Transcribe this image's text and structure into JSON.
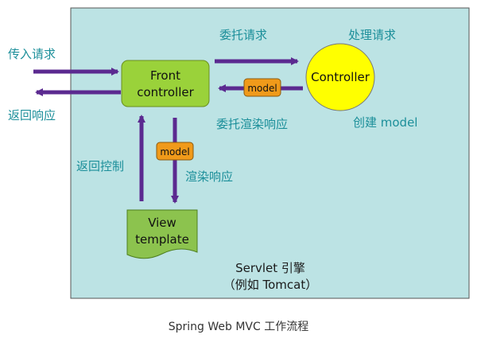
{
  "labels": {
    "incoming_request": "传入请求",
    "return_response": "返回响应",
    "delegate_request": "委托请求",
    "handle_request": "处理请求",
    "delegate_render_response": "委托渲染响应",
    "create_model": "创建 model",
    "return_control": "返回控制",
    "render_response": "渲染响应"
  },
  "nodes": {
    "front_controller_line1": "Front",
    "front_controller_line2": "controller",
    "controller": "Controller",
    "view_template_line1": "View",
    "view_template_line2": "template",
    "model_top": "model",
    "model_bottom": "model"
  },
  "container": {
    "line1": "Servlet 引擎",
    "line2": "（例如 Tomcat）"
  },
  "caption": "Spring Web MVC 工作流程",
  "colors": {
    "container_bg": "#bce3e4",
    "front_controller": "#9ad23a",
    "controller": "#ffff00",
    "view_template": "#8cc34e",
    "model": "#f09a1a",
    "arrow": "#5b2a90",
    "label": "#1c8f9a"
  }
}
